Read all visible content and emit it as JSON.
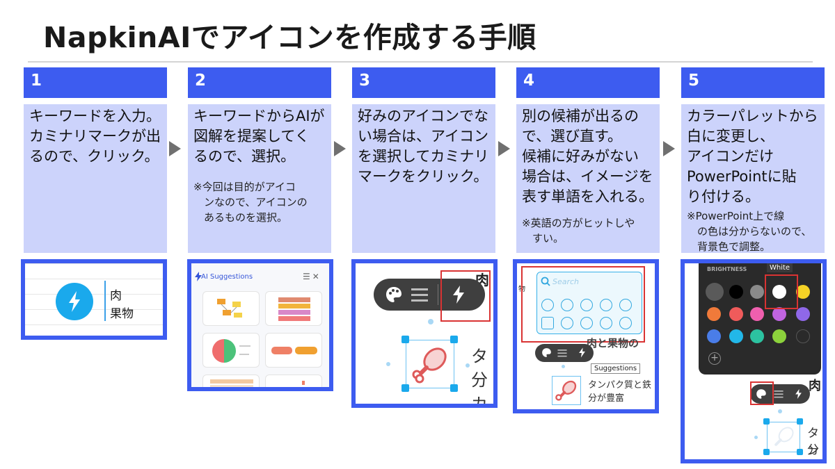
{
  "title": "NapkinAIでアイコンを作成する手順",
  "steps": [
    {
      "num": "1",
      "text": "キーワードを入力。\nカミナリマークが出\nるので、クリック。",
      "note": ""
    },
    {
      "num": "2",
      "text": "キーワードからAIが\n図解を提案してく\nるので、選択。",
      "note": "※今回は目的がアイコ\n　ンなので、アイコンの\n　あるものを選択。"
    },
    {
      "num": "3",
      "text": "好みのアイコンでな\nい場合は、アイコン\nを選択してカミナリ\nマークをクリック。",
      "note": ""
    },
    {
      "num": "4",
      "text": "別の候補が出るの\nで、選び直す。\n候補に好みがない\n場合は、イメージを\n表す単語を入れる。",
      "note": "※英語の方がヒットしや\n　すい。"
    },
    {
      "num": "5",
      "text": "カラーパレットから\n白に変更し、\nアイコンだけ\nPowerPointに貼\nり付ける。",
      "note": "※PowerPoint上で線\n　の色は分からないので、\n　背景色で調整。"
    }
  ],
  "shot1": {
    "line1": "肉",
    "line2": "果物"
  },
  "shot2": {
    "header": "AI Suggestions"
  },
  "shot3": {
    "corner_char": "肉",
    "text_line1": "タ",
    "text_line2": "分カ"
  },
  "shot4": {
    "search_placeholder": "Search",
    "left_char": "物",
    "bg_heading": "肉と果物の",
    "tooltip": "Suggestions",
    "text_line1": "タンパク質と鉄",
    "text_line2": "分が豊富"
  },
  "shot5": {
    "panel_label": "BRIGHTNESS",
    "tooltip": "White",
    "corner_char": "肉",
    "text_line1": "タン",
    "text_line2": "分か"
  },
  "colors": {
    "accent_blue": "#3d5cf0",
    "step_bg": "#ccd3fb",
    "icon_blue": "#1aa9ec",
    "highlight_red": "#d93333",
    "toolbar_dark": "#3f3f3f"
  }
}
